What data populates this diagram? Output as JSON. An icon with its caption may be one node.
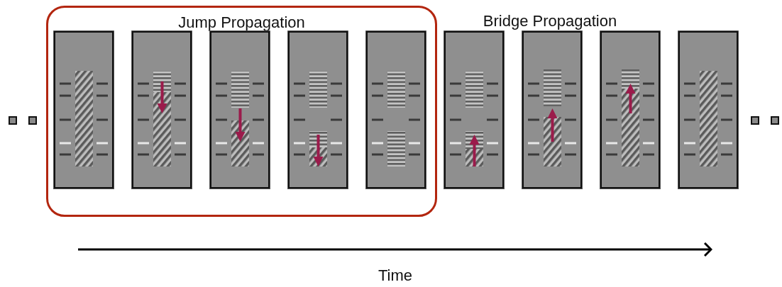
{
  "diagram": {
    "nodes": [
      {
        "text": [
          "Jump Propagation"
        ]
      },
      {
        "text": [],
        "shape": "picture",
        "in": 0
      },
      {
        "text": [],
        "shape": "picture",
        "in": 0
      },
      {
        "text": [],
        "shape": "picture",
        "in": 0
      },
      {
        "text": [],
        "shape": "picture",
        "in": 0
      },
      {
        "text": [],
        "shape": "picture",
        "in": 0
      },
      {
        "text": [],
        "shape": "picture"
      },
      {
        "text": [],
        "shape": "picture"
      },
      {
        "text": [],
        "shape": "picture"
      },
      {
        "text": [],
        "shape": "picture"
      }
    ],
    "edges": [],
    "labels": [
      "Bridge Propagation",
      "Time"
    ]
  }
}
